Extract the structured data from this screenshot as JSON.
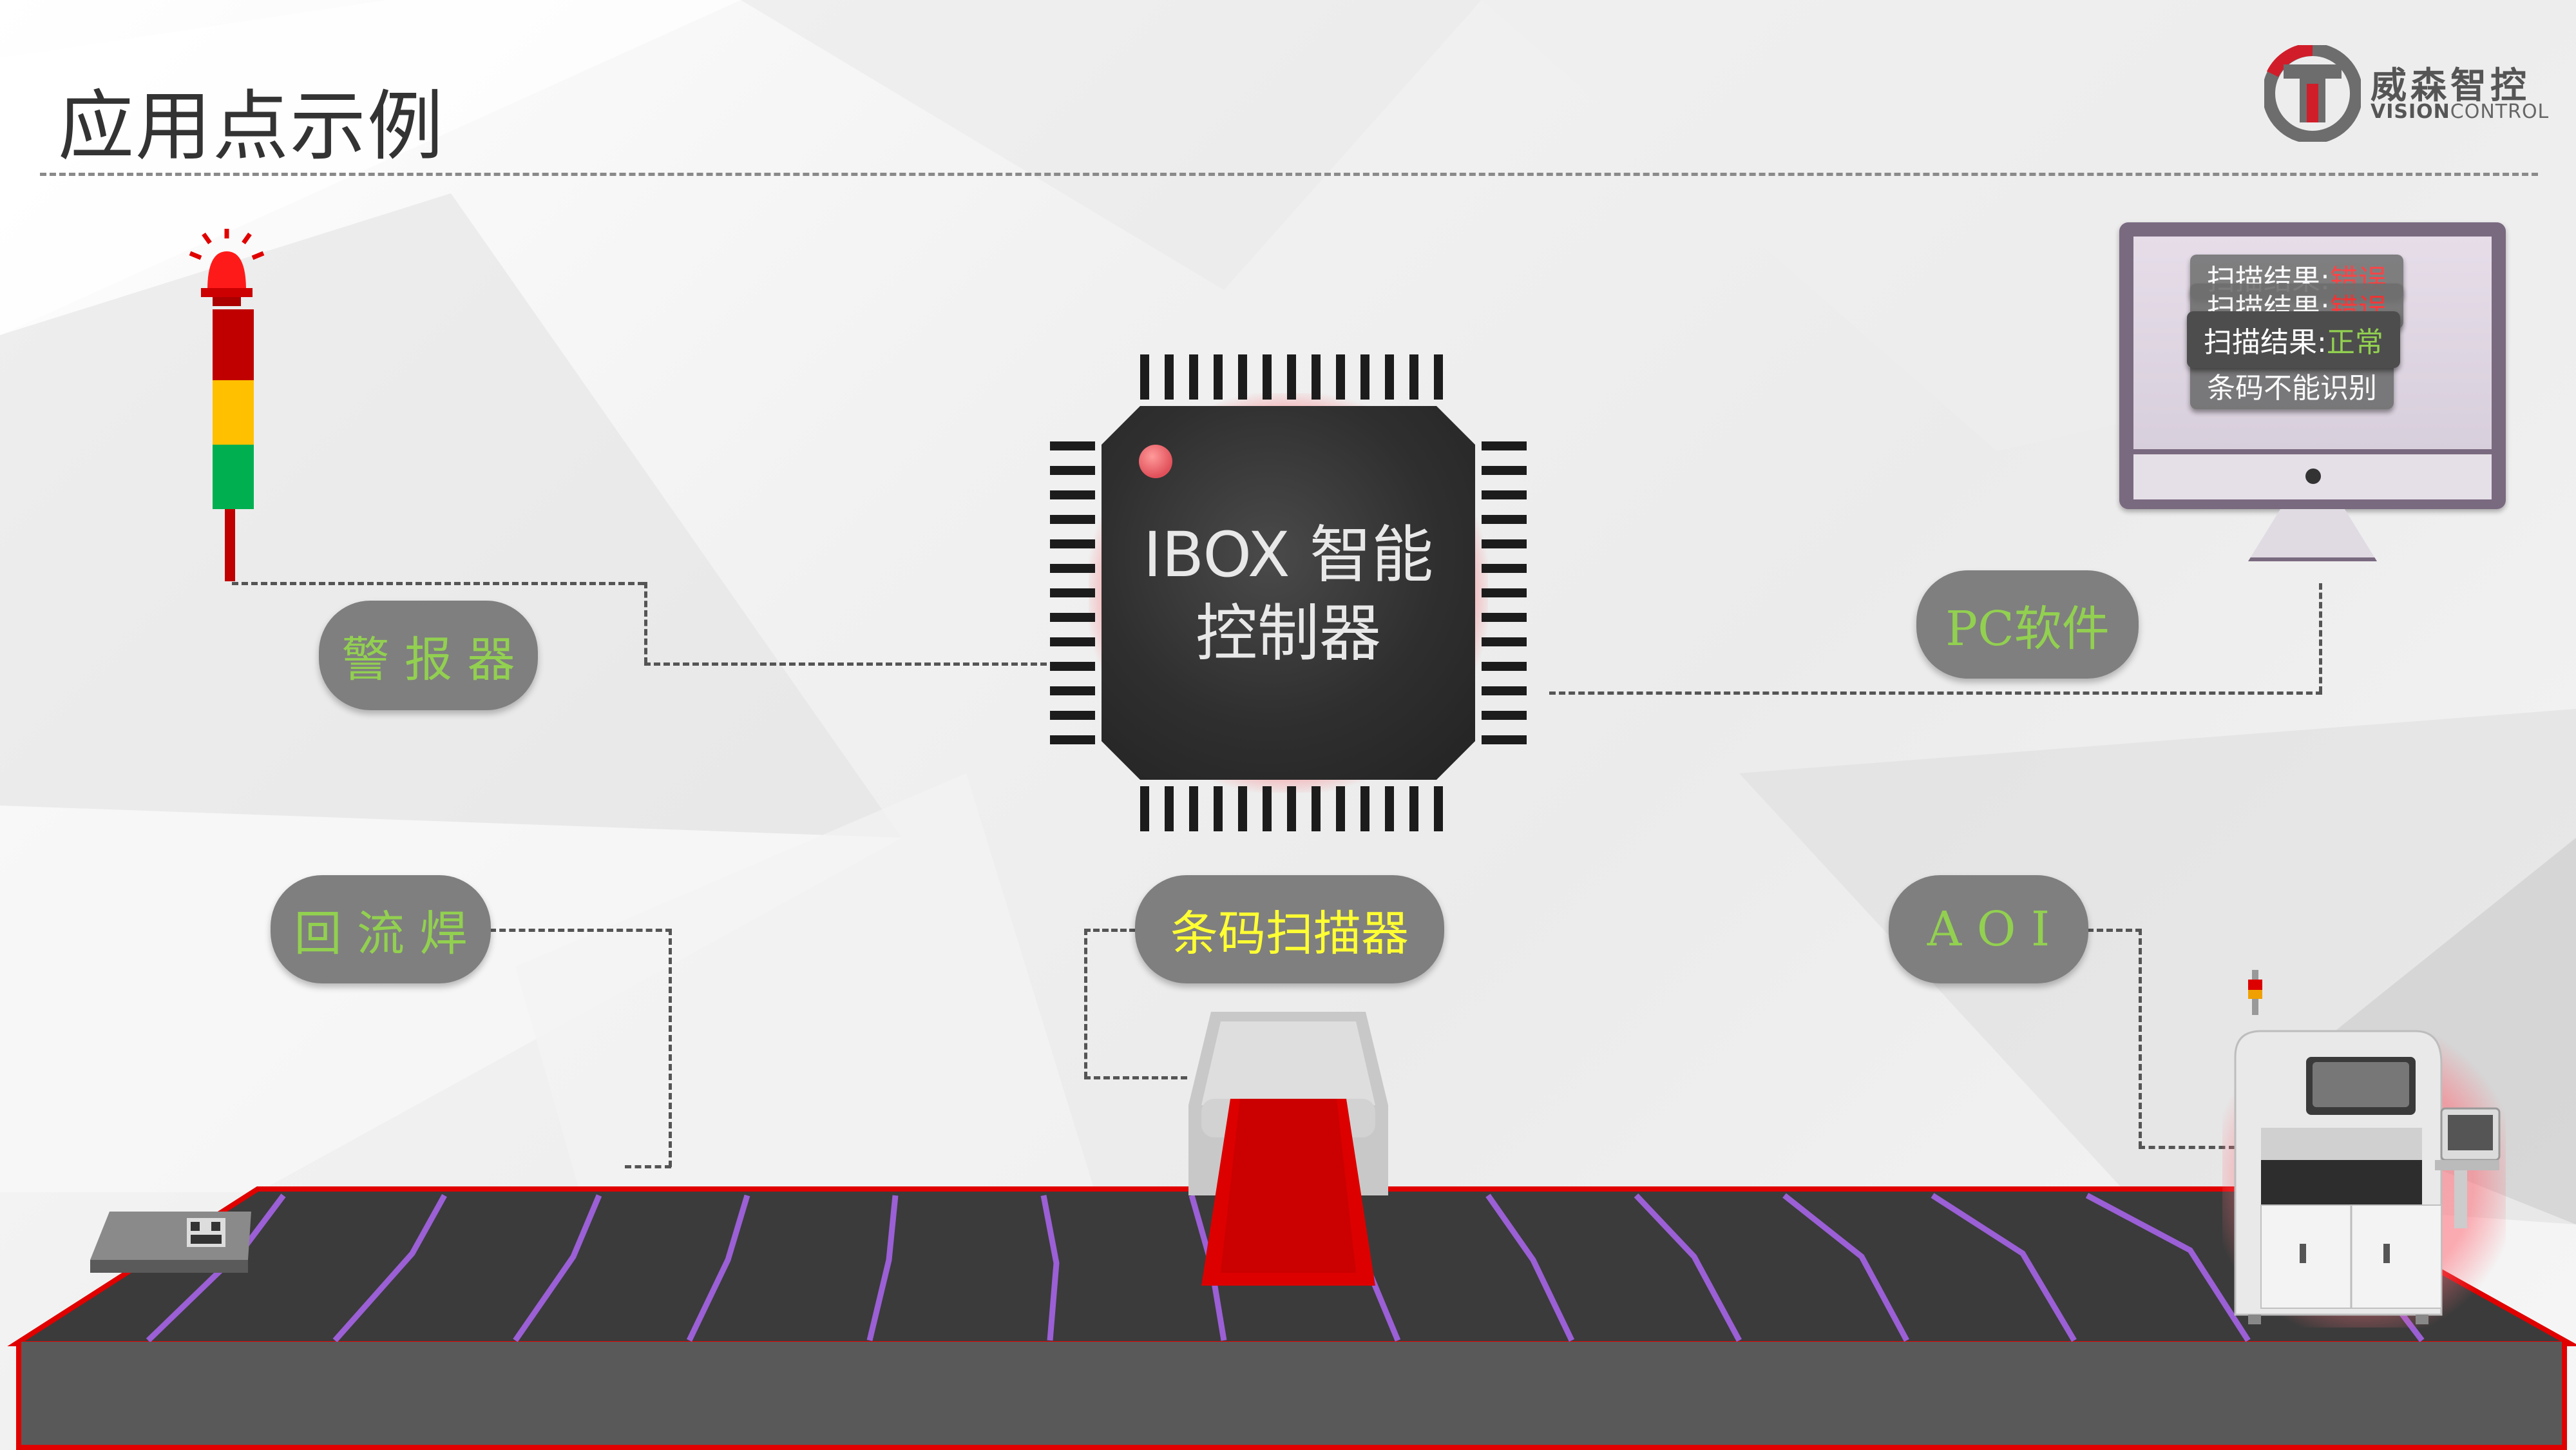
{
  "page": {
    "title": "应用点示例"
  },
  "logo": {
    "cn": "威森智控",
    "en_bold": "VISION",
    "en_rest": "CONTROL"
  },
  "chip": {
    "line1": "IBOX 智能",
    "line2": "控制器"
  },
  "labels": {
    "alarm": "警 报 器",
    "pc_software": "PC软件",
    "reflow": "回 流 焊",
    "barcode_scanner": "条码扫描器",
    "aoi": "A O I"
  },
  "monitor": {
    "card_back2": {
      "prefix": "扫描结果:",
      "status": "错误"
    },
    "card_back1": {
      "prefix": "扫描结果:",
      "status": "错误"
    },
    "card_front": {
      "prefix": "扫描结果:",
      "status": "正常"
    },
    "card_bottom": "条码不能识别"
  },
  "colors": {
    "label_green": "#92d050",
    "label_yellow": "#ffff33",
    "pill_gray": "#7f7f7f",
    "belt_edge": "#e00000",
    "belt_stripe": "#9b5fd6",
    "chip_glow": "#ff505a"
  }
}
